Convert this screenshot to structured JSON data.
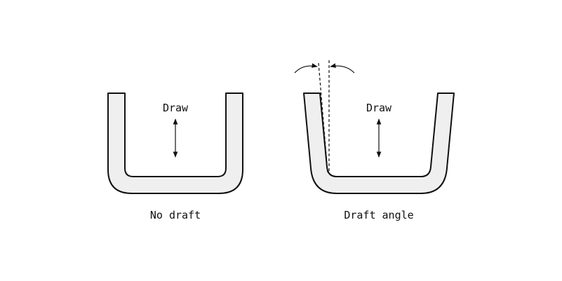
{
  "left_part": {
    "draw_label": "Draw",
    "caption": "No draft"
  },
  "right_part": {
    "draw_label": "Draw",
    "caption": "Draft angle"
  },
  "colors": {
    "part_fill": "#efefef",
    "stroke": "#111111"
  }
}
